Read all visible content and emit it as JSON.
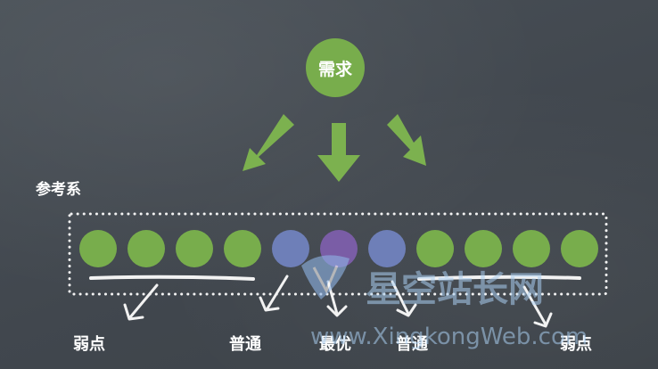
{
  "diagram": {
    "demand_label": "需求",
    "reference_label": "参考系",
    "bottom_labels": {
      "weak_left": "弱点",
      "normal_left": "普通",
      "optimal": "最优",
      "normal_right": "普通",
      "weak_right": "弱点"
    },
    "circles": [
      {
        "kind": "green"
      },
      {
        "kind": "green"
      },
      {
        "kind": "green"
      },
      {
        "kind": "green"
      },
      {
        "kind": "blue"
      },
      {
        "kind": "purple"
      },
      {
        "kind": "blue"
      },
      {
        "kind": "green"
      },
      {
        "kind": "green"
      },
      {
        "kind": "green"
      },
      {
        "kind": "green"
      }
    ],
    "colors": {
      "green": "#78ad4c",
      "blue": "#6e7fb8",
      "purple": "#7a5da6",
      "chalk": "#f2f2f2",
      "arrow_green": "#7cb14f"
    }
  },
  "watermark": {
    "cn": "星空站长网",
    "url": "www.XingkongWeb.com"
  }
}
